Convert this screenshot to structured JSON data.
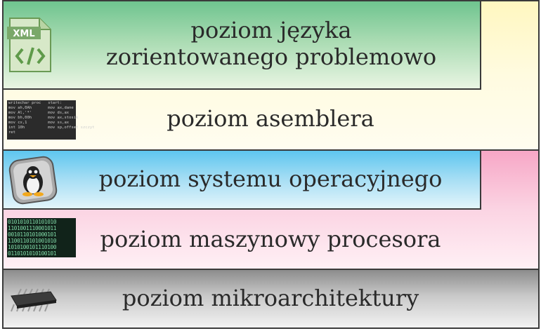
{
  "layers": [
    {
      "label_lines": [
        "poziom języka",
        "zorientowanego problemowo"
      ],
      "icon": "xml-file-icon"
    },
    {
      "label_lines": [
        "poziom asemblera"
      ],
      "icon": "assembler-code-icon"
    },
    {
      "label_lines": [
        "poziom systemu operacyjnego"
      ],
      "icon": "linux-os-icon"
    },
    {
      "label_lines": [
        "poziom maszynowy procesora"
      ],
      "icon": "binary-code-icon"
    },
    {
      "label_lines": [
        "poziom mikroarchitektury"
      ],
      "icon": "microchip-icon"
    }
  ],
  "xml_badge": "XML",
  "assembler_code": [
    "writechar proc   start:",
    "mov ah,0Ah       mov ax,dane",
    "mov Al,'*'       mov ds,ax",
    "mov bh,00h       mov ax,stosik",
    "mov cx,1         mov ss,ax",
    "int 10h          mov sp,offset szczyt",
    "ret"
  ],
  "binary_code": [
    "0101010110101010",
    "1101001110001011",
    "0010110101000101",
    "1100110101001010",
    "1010100101110100",
    "0110101010100101"
  ],
  "colors": {
    "green": "#6fc48f",
    "yellow": "#fff7c0",
    "blue": "#5ec6ef",
    "pink": "#f7a7c6",
    "gray": "#8c8c8c"
  }
}
